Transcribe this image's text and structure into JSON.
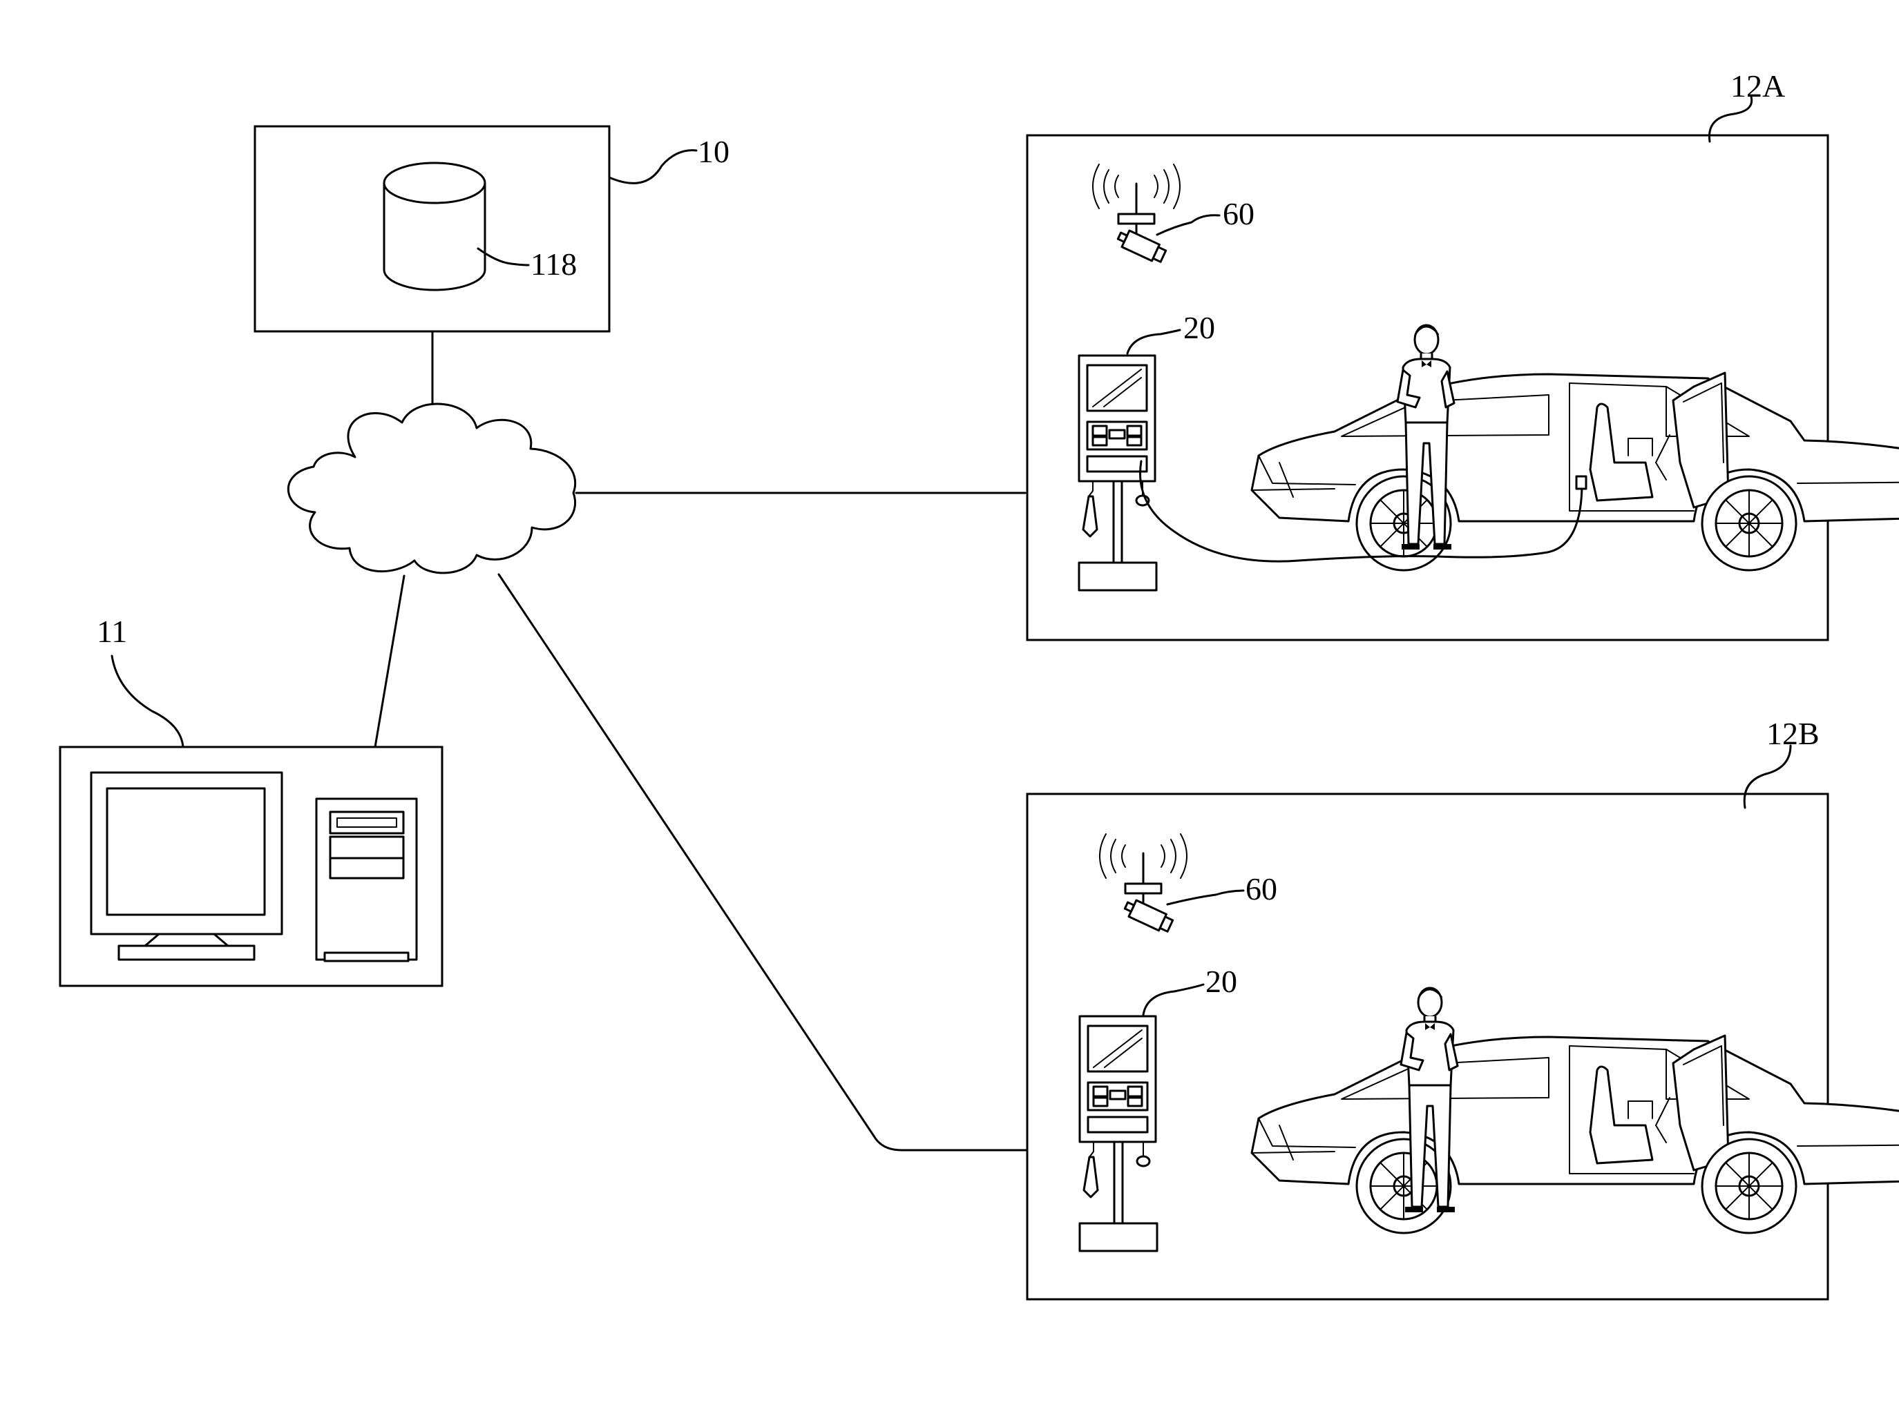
{
  "labels": {
    "server": "10",
    "database": "118",
    "workstation": "11",
    "site_a": "12A",
    "site_b": "12B",
    "camera_a": "60",
    "kiosk_a": "20",
    "camera_b": "60",
    "kiosk_b": "20"
  },
  "icons": {
    "server": "server-box",
    "database": "database-cylinder-icon",
    "network": "cloud-icon",
    "workstation": "computer-monitor-and-tower-icon",
    "camera": "wireless-camera-icon",
    "kiosk": "kiosk-terminal-icon",
    "vehicle": "car-icon",
    "person": "person-icon"
  },
  "colors": {
    "line": "#000000",
    "background": "#ffffff"
  }
}
